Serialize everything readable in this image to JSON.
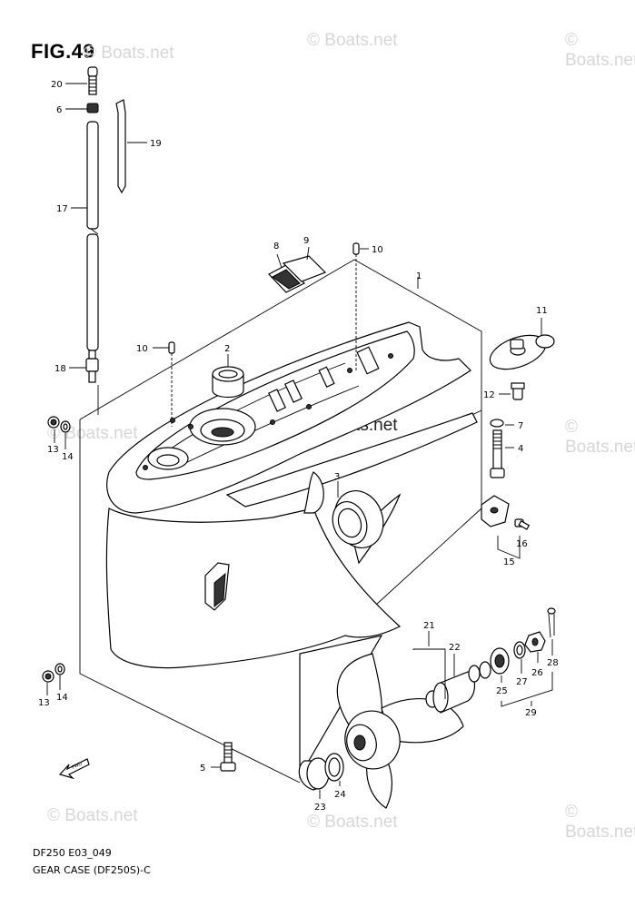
{
  "figure": {
    "title": "FIG.49",
    "model_code": "DF250 E03_049",
    "description": "GEAR CASE (DF250S)-C"
  },
  "watermark": {
    "text": "© Boats.net"
  },
  "callouts": {
    "p1": "1",
    "p2": "2",
    "p3": "3",
    "p4": "4",
    "p5": "5",
    "p6": "6",
    "p7": "7",
    "p8": "8",
    "p9": "9",
    "p10a": "10",
    "p10b": "10",
    "p11": "11",
    "p12": "12",
    "p13a": "13",
    "p13b": "13",
    "p14a": "14",
    "p14b": "14",
    "p15": "15",
    "p16": "16",
    "p17": "17",
    "p18": "18",
    "p19": "19",
    "p20": "20",
    "p21": "21",
    "p22": "22",
    "p23": "23",
    "p24": "24",
    "p25": "25",
    "p26": "26",
    "p27": "27",
    "p28": "28",
    "p29": "29"
  },
  "direction_arrow": {
    "label": "FWD"
  }
}
